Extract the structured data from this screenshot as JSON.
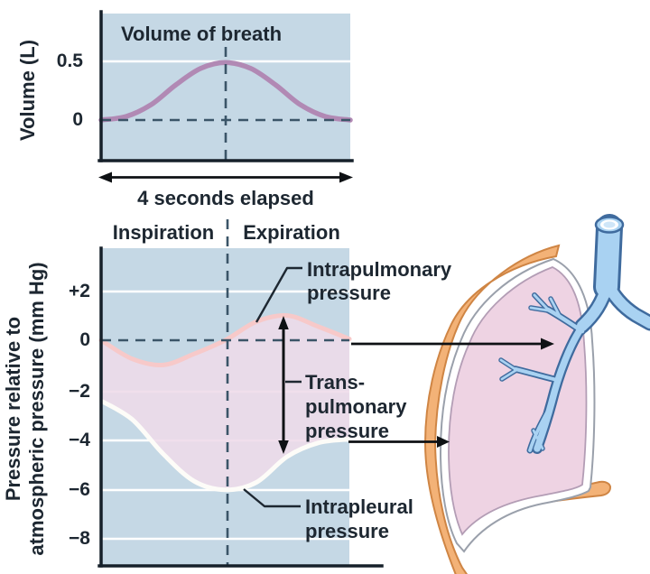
{
  "colors": {
    "chart_bg": "#c5d8e5",
    "fill_pink": "#eedbe9",
    "intrapulmonary_curve": "#f7c9c9",
    "intrapleural_curve": "#fdfcf8",
    "volume_curve": "#b189b4",
    "dash": "#3b5568",
    "axis": "#16202a",
    "text": "#1d2731",
    "gridline": "#ffffff",
    "arrow": "#0e1114",
    "chest_wall_fill": "#f3b277",
    "chest_wall_outline": "#cf8544",
    "lung_fill": "#eed3e3",
    "lung_outline": "#b39db5",
    "pleura_line": "#9aa0ab",
    "airway_fill": "#a9d2f2",
    "airway_outline": "#3f6b9e"
  },
  "volume_chart": {
    "title": "Volume of breath",
    "ylabel": "Volume (L)",
    "yticks": [
      "0.5",
      "0"
    ],
    "time_label": "4 seconds elapsed"
  },
  "pressure_chart": {
    "ylabel_lines": [
      "Pressure relative to",
      "atmospheric pressure (mm Hg)"
    ],
    "yticks": [
      "+2",
      "0",
      "−2",
      "−4",
      "−6",
      "−8"
    ],
    "phases": {
      "inspiration": "Inspiration",
      "expiration": "Expiration"
    },
    "labels": {
      "intrapulmonary": [
        "Intrapulmonary",
        "pressure"
      ],
      "transpulmonary": [
        "Trans-",
        "pulmonary",
        "pressure"
      ],
      "intrapleural": [
        "Intrapleural",
        "pressure"
      ]
    }
  },
  "chart_data": [
    {
      "type": "line",
      "title": "Volume of breath",
      "ylabel": "Volume (L)",
      "xlabel": "4 seconds elapsed",
      "x_units": "seconds",
      "x_range": [
        0,
        4
      ],
      "ylim": [
        -0.35,
        0.9
      ],
      "yticks": [
        0.5,
        0
      ],
      "grid": "white line at 0.5; dashed baseline at 0; dashed vertical at 2 s",
      "series": [
        {
          "name": "Volume of breath",
          "x": [
            0,
            0.4,
            0.8,
            1.2,
            1.6,
            2.0,
            2.4,
            2.8,
            3.2,
            3.6,
            4.0
          ],
          "values": [
            0,
            0.03,
            0.13,
            0.3,
            0.44,
            0.49,
            0.44,
            0.3,
            0.13,
            0.03,
            0
          ]
        }
      ]
    },
    {
      "type": "line",
      "title": "Inspiration / Expiration pressures",
      "ylabel": "Pressure relative to atmospheric pressure (mm Hg)",
      "x_units": "seconds",
      "x_range": [
        0,
        4
      ],
      "phase_boundary_x": 2,
      "phases": [
        "Inspiration",
        "Expiration"
      ],
      "ylim": [
        -9.2,
        3.7
      ],
      "yticks": [
        2,
        0,
        -2,
        -4,
        -6,
        -8
      ],
      "grid": "white lines at +2, -2, -4, -6, -8; dashed baseline at 0; dashed vertical at 2 s",
      "series": [
        {
          "name": "Intrapulmonary pressure",
          "x": [
            0,
            0.5,
            1.0,
            1.5,
            2.0,
            2.5,
            3.0,
            3.5,
            4.0
          ],
          "values": [
            0,
            -0.75,
            -1.0,
            -0.55,
            0,
            0.75,
            1.0,
            0.55,
            0.05
          ]
        },
        {
          "name": "Intrapleural pressure",
          "x": [
            0,
            0.5,
            1.0,
            1.5,
            2.0,
            2.5,
            3.0,
            3.5,
            4.0
          ],
          "values": [
            -2.45,
            -3.2,
            -4.6,
            -5.7,
            -6.05,
            -5.75,
            -4.7,
            -4.15,
            -4.0
          ]
        }
      ],
      "annotations": [
        "Intrapulmonary pressure",
        "Trans-pulmonary pressure (double arrow between curves)",
        "Intrapleural pressure"
      ]
    }
  ]
}
